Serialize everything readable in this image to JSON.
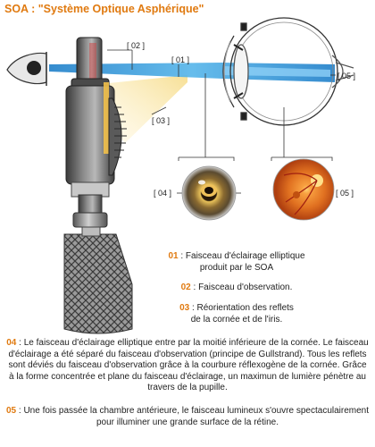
{
  "title": "SOA : \"Système Optique Asphérique\"",
  "labels": {
    "l02": "[ 02 ]",
    "l01": "[ 01 ]",
    "l03": "[ 03 ]",
    "l05a": "[ 05 ]",
    "l04": "[ 04 ]",
    "l05b": "[ 05 ]"
  },
  "legend": {
    "item01": {
      "num": "01",
      "text1": " : Faisceau d'éclairage elliptique",
      "text2": "produit par le SOA"
    },
    "item02": {
      "num": "02",
      "text": " : Faisceau d'observation."
    },
    "item03": {
      "num": "03",
      "text1": " : Réorientation des reflets",
      "text2": "de la cornée et de l'iris."
    }
  },
  "paragraphs": {
    "p04": {
      "num": "04",
      "text": " : Le faisceau d'éclairage elliptique entre par la moitié inférieure de la cornée. Le faisceau d'éclairage a été séparé du faisceau d'observation (principe de Gullstrand). Tous les reflets sont déviés du faisceau d'observation grâce à la courbure réflexogène de la cornée. Grâce à la forme concentrée et plane du faisceau d'éclairage, un maximun de lumière pénètre au travers de la pupille."
    },
    "p05": {
      "num": "05",
      "text": " : Une fois passée la chambre antérieure, le faisceau lumineux s'ouvre spectaculairement pour illuminer une grande surface de la rétine."
    }
  },
  "colors": {
    "accent": "#e07a10",
    "observation_beam": "#3a9fdc",
    "illumination_beam": "#f2d27a",
    "instrument": "#5a5a5a"
  }
}
